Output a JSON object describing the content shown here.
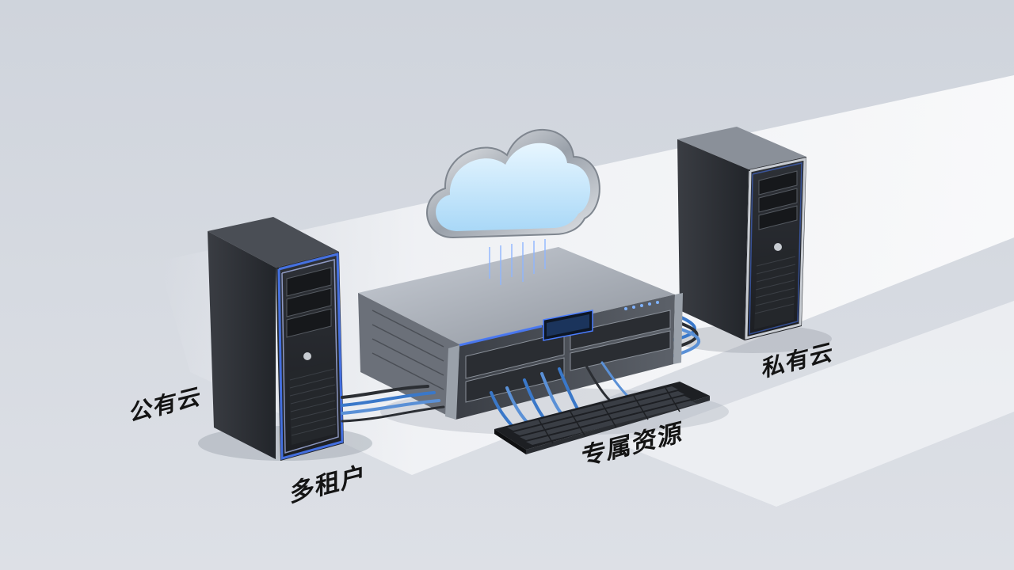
{
  "labels": {
    "public_cloud": "公有云",
    "multi_tenant": "多租户",
    "dedicated_resources": "专属资源",
    "private_cloud": "私有云"
  },
  "colors": {
    "background": "#d9dde3",
    "light_beam": "#f4f6f9",
    "tower_body": "#2b2e33",
    "accent_glow": "#4a7cff",
    "cloud_fill": "#bfe4fb",
    "cable": "#3a78c9"
  },
  "icons": {
    "cloud": "cloud-icon",
    "left_server": "tower-server-icon",
    "right_server": "tower-server-icon",
    "rack_server": "rack-server-icon",
    "keyboard": "keyboard-icon"
  }
}
